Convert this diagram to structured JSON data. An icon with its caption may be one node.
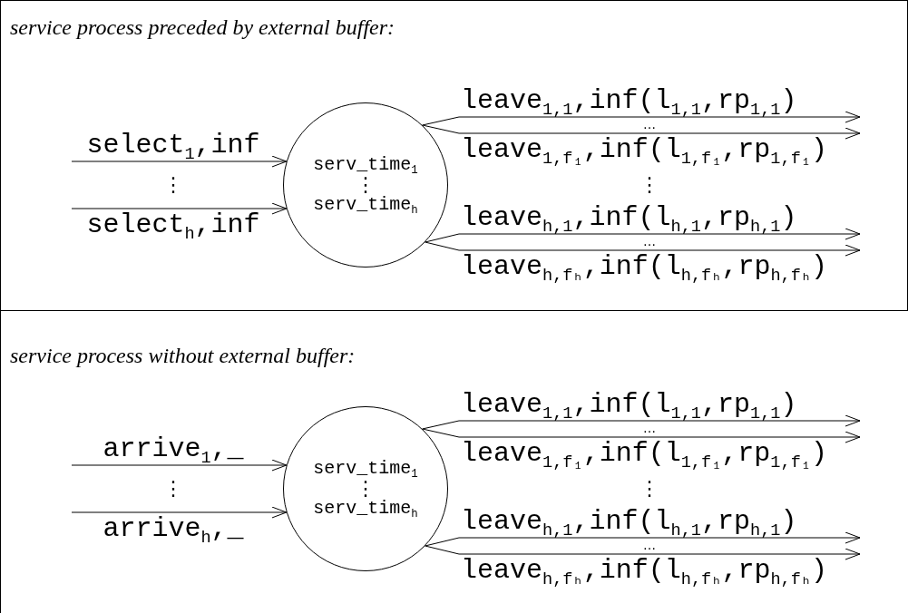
{
  "diagram": {
    "nodes": [
      {
        "text": [
          "service process preceded by external buffer:"
        ]
      },
      {
        "text": [
          "serv_time$_{1}$",
          "⋮",
          "serv_time$_{h}$"
        ],
        "in": 0
      },
      {
        "text": [
          "service process without external buffer:"
        ]
      },
      {
        "text": [
          "serv_time$_{1}$",
          "⋮",
          "serv_time$_{h}$"
        ],
        "in": 2
      }
    ],
    "edges": [
      {
        "from": null,
        "to": 1,
        "arrow": "to",
        "label": "select$_{1}$,inf"
      },
      {
        "from": null,
        "to": 1,
        "arrow": "to",
        "label": "select$_{h}$,inf"
      },
      {
        "from": 1,
        "to": null,
        "arrow": "to",
        "label": "leave$_{1,1}$,inf(l$_{1,1}$,rp$_{1,1}$)"
      },
      {
        "from": 1,
        "to": null,
        "arrow": "to",
        "label": "leave$_{1,f₁}$,inf(l$_{1,f₁}$,rp$_{1,f₁}$)"
      },
      {
        "from": 1,
        "to": null,
        "arrow": "to",
        "label": "leave$_{h,1}$,inf(l$_{h,1}$,rp$_{h,1}$)"
      },
      {
        "from": 1,
        "to": null,
        "arrow": "to",
        "label": "leave$_{h,fₕ}$,inf(l$_{h,fₕ}$,rp$_{h,fₕ}$)"
      },
      {
        "from": null,
        "to": 3,
        "arrow": "to",
        "label": "arrive$_{1}$,_"
      },
      {
        "from": null,
        "to": 3,
        "arrow": "to",
        "label": "arrive$_{h}$,_"
      },
      {
        "from": 3,
        "to": null,
        "arrow": "to",
        "label": "leave$_{1,1}$,inf(l$_{1,1}$,rp$_{1,1}$)"
      },
      {
        "from": 3,
        "to": null,
        "arrow": "to",
        "label": "leave$_{1,f₁}$,inf(l$_{1,f₁}$,rp$_{1,f₁}$)"
      },
      {
        "from": 3,
        "to": null,
        "arrow": "to",
        "label": "leave$_{h,1}$,inf(l$_{h,1}$,rp$_{h,1}$)"
      },
      {
        "from": 3,
        "to": null,
        "arrow": "to",
        "label": "leave$_{h,fₕ}$,inf(l$_{h,fₕ}$,rp$_{h,fₕ}$)"
      }
    ],
    "labels": [
      "⋮",
      "…",
      "⋮",
      "…",
      "⋮",
      "…",
      "⋮",
      "…"
    ]
  }
}
